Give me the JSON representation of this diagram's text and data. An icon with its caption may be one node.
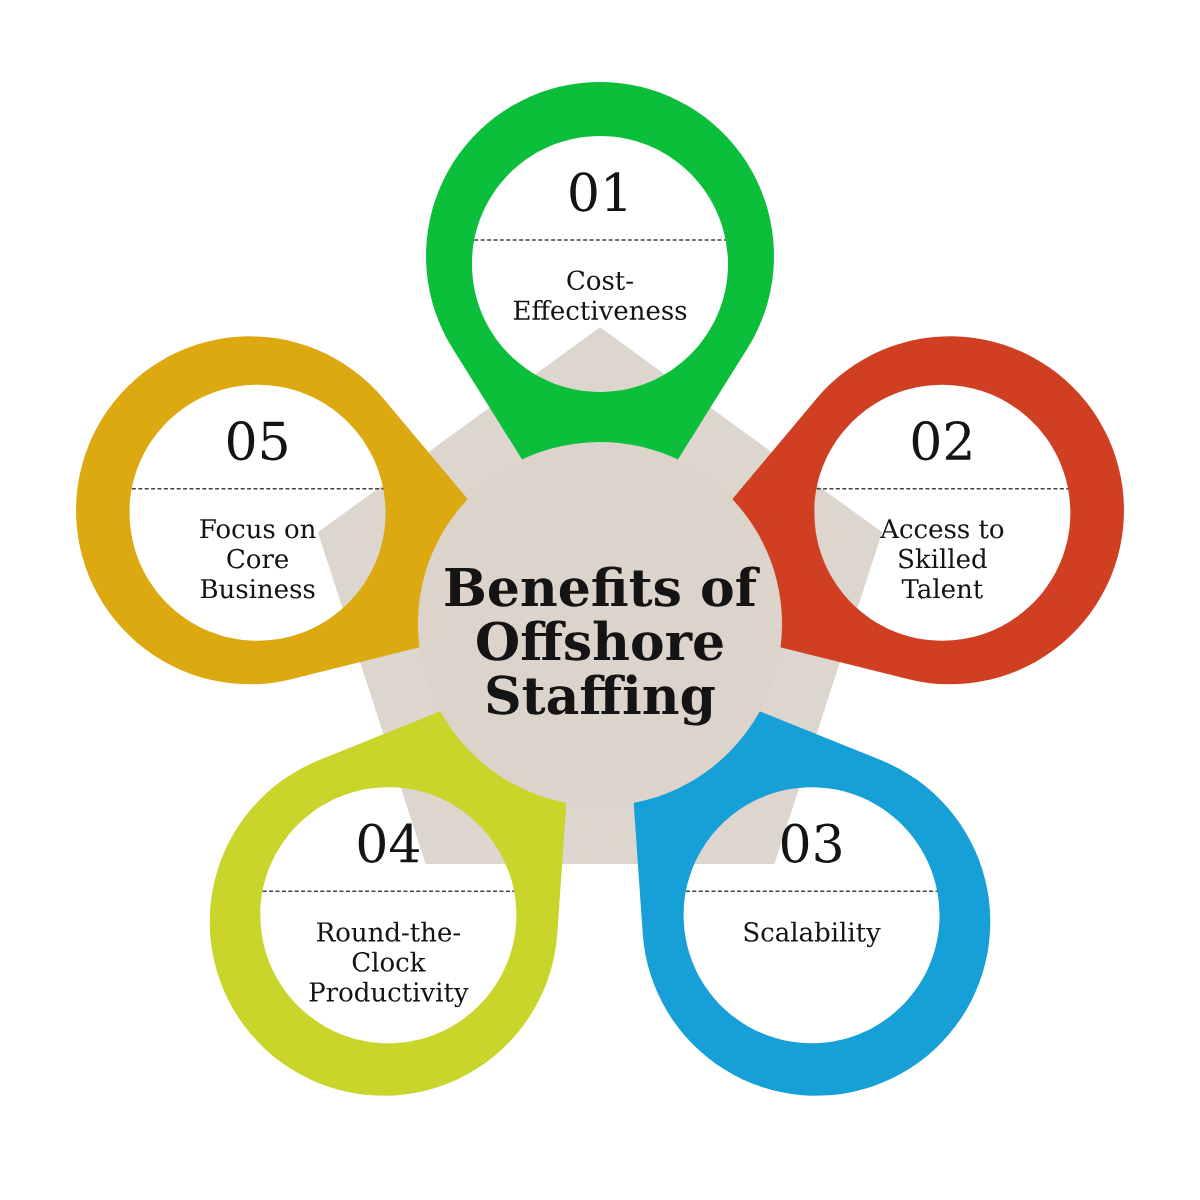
{
  "diagram": {
    "nodes": [
      {
        "text": [
          "Benefits of Offshore Staffing"
        ]
      },
      {
        "text": [
          "01",
          "Cost-Effectiveness"
        ]
      },
      {
        "text": [
          "02",
          "Access to Skilled Talent"
        ]
      },
      {
        "text": [
          "03",
          "Scalability"
        ]
      },
      {
        "text": [
          "04",
          "Round-the-Clock Productivity"
        ]
      },
      {
        "text": [
          "05",
          "Focus on Core Business"
        ]
      }
    ]
  }
}
